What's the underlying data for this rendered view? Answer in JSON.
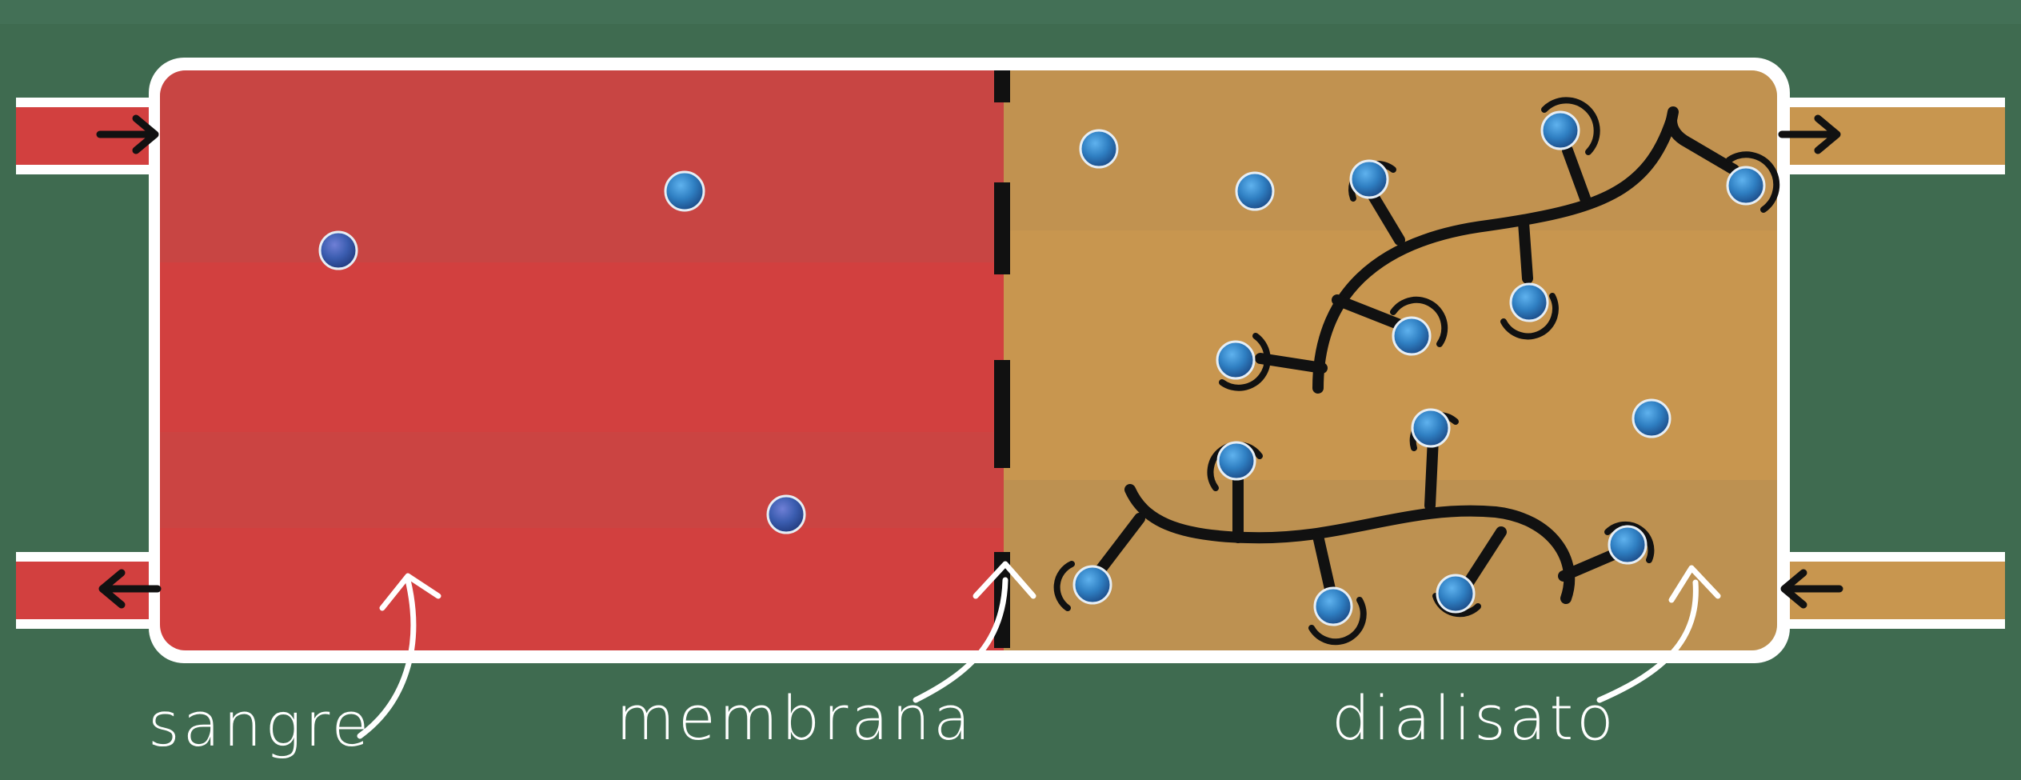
{
  "labels": {
    "blood": "sangre",
    "membrane": "membrana",
    "dialysate": "dialisato"
  },
  "colors": {
    "chalkboard": "#3f6b50",
    "blood": "#d2403f",
    "dialysate": "#c8964f",
    "outline": "#ffffff",
    "particle": "#2f7fc2",
    "ink": "#111111"
  },
  "icons": {
    "arrow": "arrow-icon",
    "particle": "solute-particle",
    "adsorber": "adsorber-polymer"
  }
}
